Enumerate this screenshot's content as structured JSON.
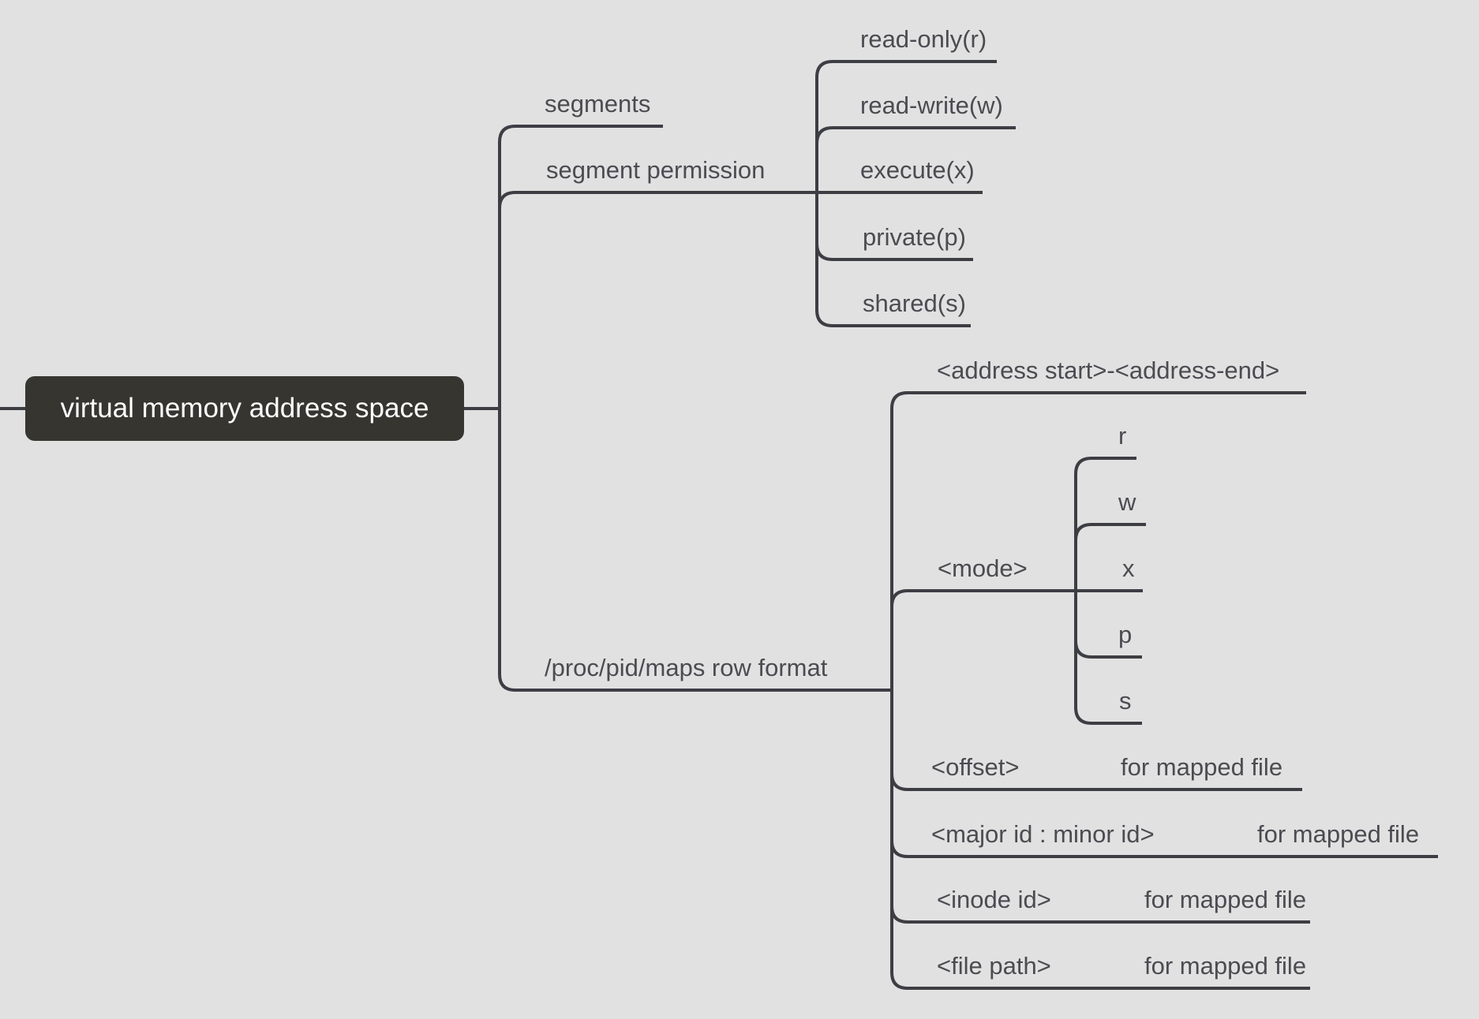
{
  "colors": {
    "bg": "#e1e1e1",
    "line": "#3d3d44",
    "text": "#4b4b51",
    "node": "#363530",
    "node_text": "#ffffff"
  },
  "root": {
    "label": "virtual memory address space"
  },
  "branches": {
    "segments": {
      "label": "segments"
    },
    "segment_permission": {
      "label": "segment permission",
      "children": [
        {
          "label": "read-only(r)"
        },
        {
          "label": "read-write(w)"
        },
        {
          "label": "execute(x)"
        },
        {
          "label": "private(p)"
        },
        {
          "label": "shared(s)"
        }
      ]
    },
    "maps_row_format": {
      "label": "/proc/pid/maps row format",
      "children": [
        {
          "label": "<address start>-<address-end>"
        },
        {
          "label": "<mode>",
          "children": [
            {
              "label": "r"
            },
            {
              "label": "w"
            },
            {
              "label": "x"
            },
            {
              "label": "p"
            },
            {
              "label": "s"
            }
          ]
        },
        {
          "label": "<offset>",
          "note": "for mapped file"
        },
        {
          "label": "<major id : minor id>",
          "note": "for mapped file"
        },
        {
          "label": "<inode id>",
          "note": "for mapped file"
        },
        {
          "label": "<file path>",
          "note": "for mapped file"
        }
      ]
    }
  }
}
